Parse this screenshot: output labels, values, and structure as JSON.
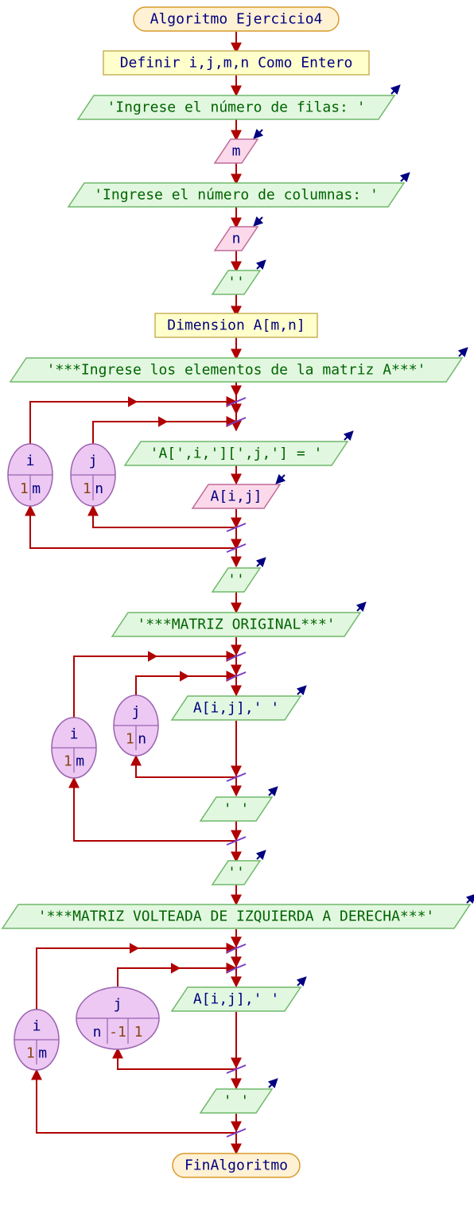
{
  "colors": {
    "flow_line": "#b00000",
    "terminal_fill": "#fff1d4",
    "terminal_stroke": "#d99a2a",
    "process_fill": "#ffffcc",
    "process_stroke": "#c8b25a",
    "output_fill": "#e2f7e0",
    "output_stroke": "#6fb96a",
    "input_fill": "#fbd9ea",
    "input_stroke": "#c06a98",
    "loop_fill": "#ecc8f3",
    "loop_stroke": "#9b62b0",
    "keyword_text": "#000080",
    "string_text": "#006400",
    "number_text": "#8b4513",
    "arrow_icon": "#000080",
    "loop_mark": "#7a3ec8"
  },
  "diagram": {
    "start": "Algoritmo Ejercicio4",
    "define": "Definir i,j,m,n Como Entero",
    "prompt_rows": "'Ingrese el número de filas: '",
    "read_m": "m",
    "prompt_cols": "'Ingrese el número de columnas: '",
    "read_n": "n",
    "blank_1": "''",
    "dimension": "Dimension A[m,n]",
    "prompt_elements": "'***Ingrese los elementos de la matriz A***'",
    "loop1_outer": {
      "var": "i",
      "from": "1",
      "to": "m"
    },
    "loop1_inner": {
      "var": "j",
      "from": "1",
      "to": "n"
    },
    "prompt_cell": "'A[',i,'][',j,'] = '",
    "read_cell": "A[i,j]",
    "blank_2": "''",
    "title_original": "'***MATRIZ ORIGINAL***'",
    "loop2_outer": {
      "var": "i",
      "from": "1",
      "to": "m"
    },
    "loop2_inner": {
      "var": "j",
      "from": "1",
      "to": "n"
    },
    "print_cell_1": "A[i,j],'  '",
    "space_1": "'  '",
    "blank_3": "''",
    "title_flipped": "'***MATRIZ VOLTEADA DE IZQUIERDA A DERECHA***'",
    "loop3_outer": {
      "var": "i",
      "from": "1",
      "to": "m"
    },
    "loop3_inner": {
      "var": "j",
      "from": "n",
      "step": "-1",
      "to": "1"
    },
    "print_cell_2": "A[i,j],'  '",
    "space_2": "'  '",
    "end": "FinAlgoritmo"
  }
}
